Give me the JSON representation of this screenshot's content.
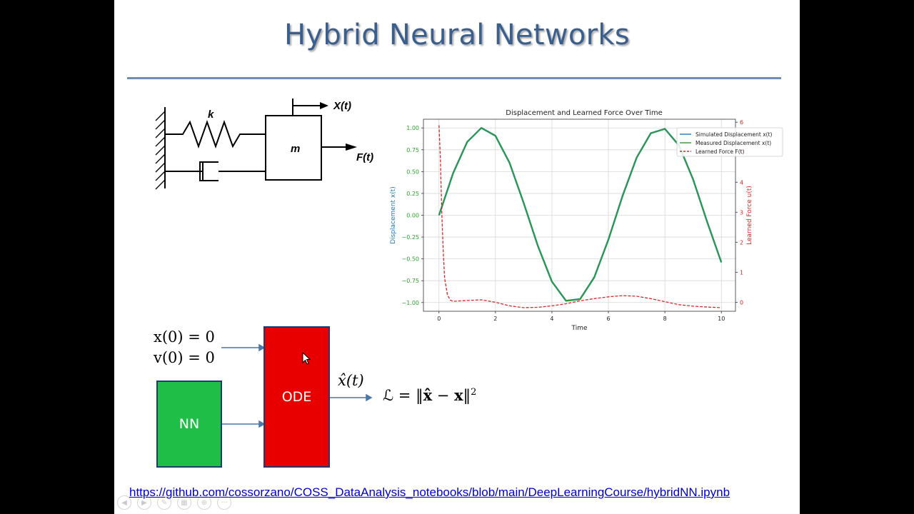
{
  "slide": {
    "title": "Hybrid Neural Networks",
    "link": "https://github.com/cossorzano/COSS_DataAnalysis_notebooks/blob/main/DeepLearningCourse/hybridNN.ipynb"
  },
  "diagram": {
    "spring_label": "k",
    "mass_label": "m",
    "displacement_label": "X(t)",
    "force_label": "F(t)"
  },
  "flow": {
    "init_x": "x(0) = 0",
    "init_v": "v(0) = 0",
    "nn_label": "NN",
    "ode_label": "ODE",
    "xhat_label": "x̂(t)",
    "loss_lhs": "ℒ = ‖",
    "loss_xhat": "x̂",
    "loss_minus": " − ",
    "loss_x": "x",
    "loss_close": "‖",
    "loss_sup": "2"
  },
  "toolbar": {
    "icons": [
      "prev-icon",
      "next-icon",
      "pen-icon",
      "slides-icon",
      "zoom-icon",
      "more-icon"
    ],
    "glyphs": [
      "◀",
      "▶",
      "✎",
      "▦",
      "⊕",
      "···"
    ]
  },
  "colors": {
    "title": "#3a5f8f",
    "nn_box": "#1fbf47",
    "ode_box": "#e80000",
    "simulated": "#1f77b4",
    "measured": "#2ca02c",
    "learned_force": "#d62728"
  },
  "chart_data": {
    "type": "line",
    "title": "Displacement and Learned Force Over Time",
    "xlabel": "Time",
    "ylabel": "Displacement x(t)",
    "y2label": "Learned Force u(t)",
    "xlim": [
      -0.55,
      10.5
    ],
    "ylim": [
      -1.1,
      1.1
    ],
    "y2lim": [
      -0.3,
      6.1
    ],
    "xticks": [
      0,
      2,
      4,
      6,
      8,
      10
    ],
    "yticks": [
      1.0,
      0.75,
      0.5,
      0.25,
      0.0,
      -0.25,
      -0.5,
      -0.75,
      -1.0
    ],
    "ytick_labels": [
      "1.00",
      "0.75",
      "0.50",
      "0.25",
      "0.00",
      "−0.25",
      "−0.50",
      "−0.75",
      "−1.00"
    ],
    "y2ticks": [
      0,
      1,
      2,
      3,
      4,
      5,
      6
    ],
    "grid": true,
    "legend_position": "top-right",
    "series": [
      {
        "name": "Simulated Displacement x(t)",
        "axis": "left",
        "style": "solid",
        "x": [
          0,
          0.5,
          1,
          1.5,
          2,
          2.5,
          3,
          3.5,
          4,
          4.5,
          5,
          5.5,
          6,
          6.5,
          7,
          7.5,
          8,
          8.5,
          9,
          9.5,
          10
        ],
        "y": [
          0,
          0.48,
          0.84,
          1.0,
          0.91,
          0.6,
          0.14,
          -0.35,
          -0.76,
          -0.98,
          -0.96,
          -0.71,
          -0.28,
          0.22,
          0.66,
          0.94,
          0.99,
          0.8,
          0.41,
          -0.08,
          -0.54
        ]
      },
      {
        "name": "Measured Displacement x(t)",
        "axis": "left",
        "style": "solid",
        "x": [
          0,
          0.5,
          1,
          1.5,
          2,
          2.5,
          3,
          3.5,
          4,
          4.5,
          5,
          5.5,
          6,
          6.5,
          7,
          7.5,
          8,
          8.5,
          9,
          9.5,
          10
        ],
        "y": [
          0,
          0.48,
          0.84,
          1.0,
          0.91,
          0.6,
          0.14,
          -0.35,
          -0.76,
          -0.98,
          -0.96,
          -0.71,
          -0.28,
          0.22,
          0.66,
          0.94,
          0.99,
          0.8,
          0.41,
          -0.08,
          -0.54
        ]
      },
      {
        "name": "Learned Force F(t)",
        "axis": "right",
        "style": "dashed",
        "x": [
          0,
          0.05,
          0.1,
          0.15,
          0.2,
          0.3,
          0.4,
          0.5,
          1,
          1.5,
          2,
          2.5,
          3,
          3.5,
          4,
          4.5,
          5,
          5.5,
          6,
          6.5,
          7,
          7.5,
          8,
          8.5,
          9,
          9.5,
          10
        ],
        "y": [
          5.9,
          4.8,
          3.0,
          1.7,
          0.8,
          0.25,
          0.07,
          0.03,
          0.06,
          0.08,
          0.0,
          -0.12,
          -0.18,
          -0.17,
          -0.12,
          -0.05,
          0.05,
          0.12,
          0.18,
          0.22,
          0.2,
          0.12,
          0.02,
          -0.08,
          -0.13,
          -0.16,
          -0.18
        ]
      }
    ]
  }
}
